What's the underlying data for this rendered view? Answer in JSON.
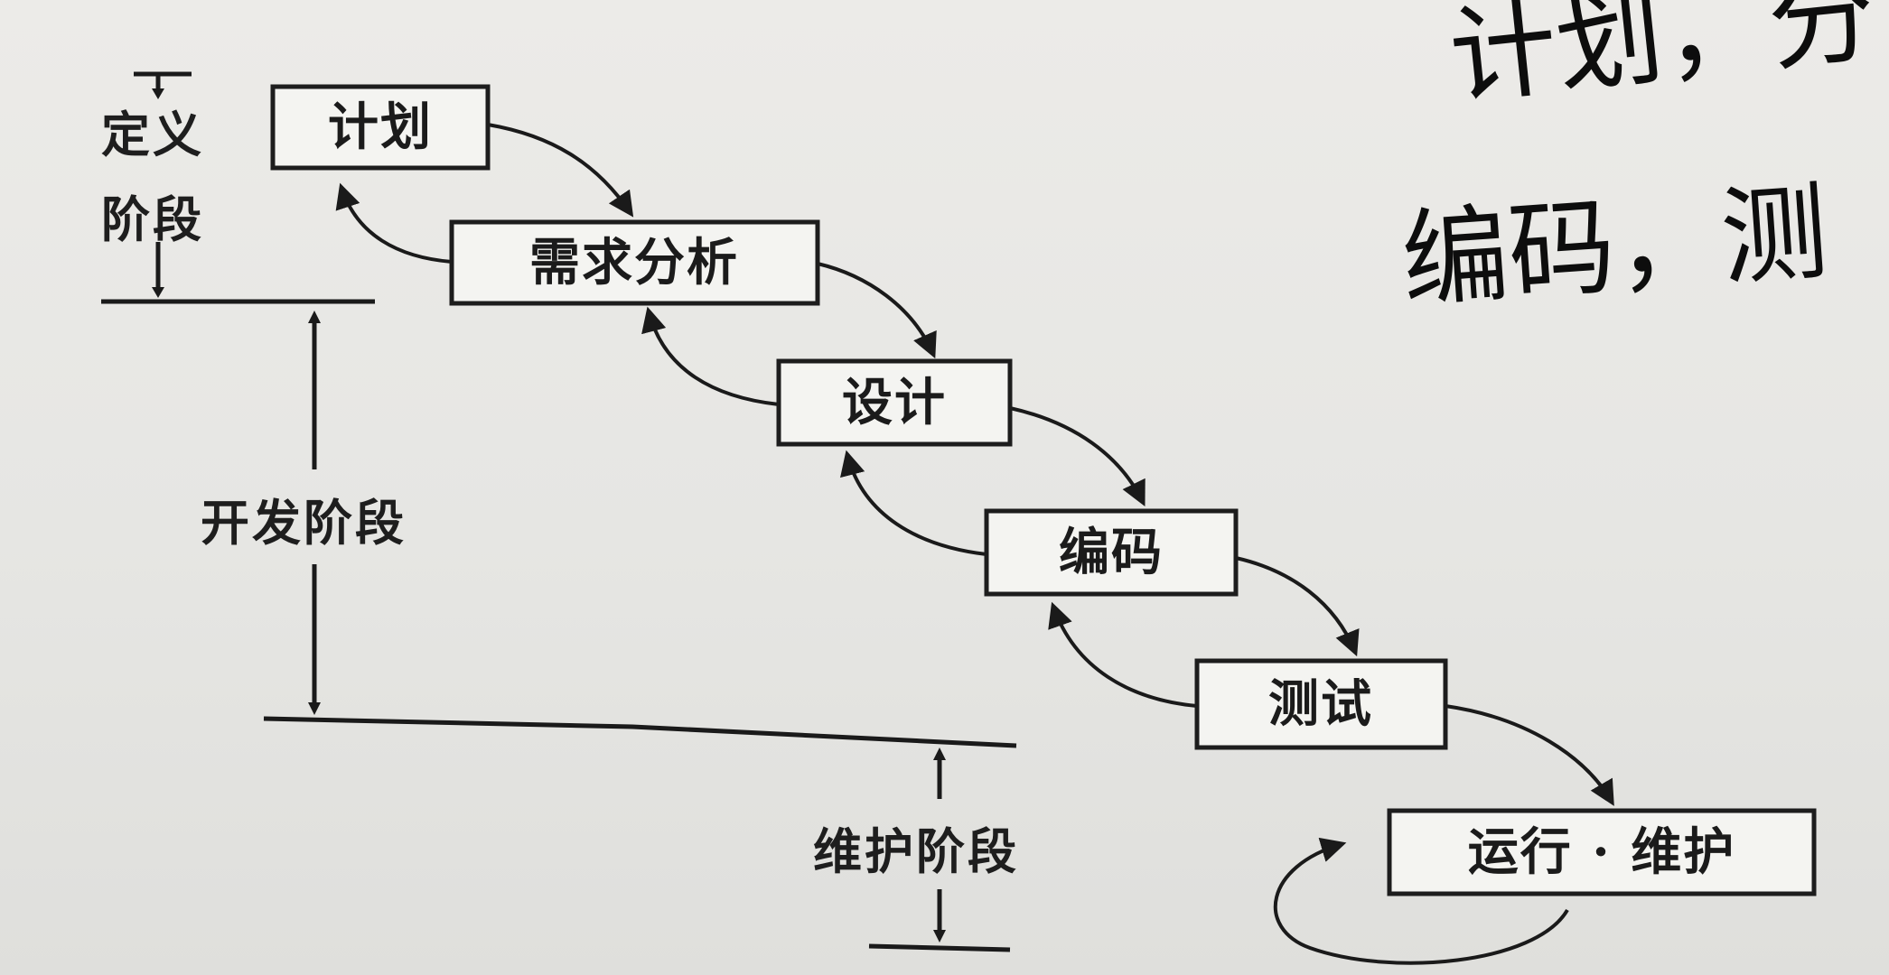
{
  "stages": [
    {
      "label": "计划"
    },
    {
      "label": "需求分析"
    },
    {
      "label": "设计"
    },
    {
      "label": "编码"
    },
    {
      "label": "测试"
    },
    {
      "label": "运行 · 维护"
    }
  ],
  "phases": {
    "definition": {
      "line1": "定义",
      "line2": "阶段"
    },
    "development": "开发阶段",
    "maintenance": "维护阶段"
  },
  "handwriting": {
    "line1": "计划，分",
    "line2": "编码，测"
  }
}
